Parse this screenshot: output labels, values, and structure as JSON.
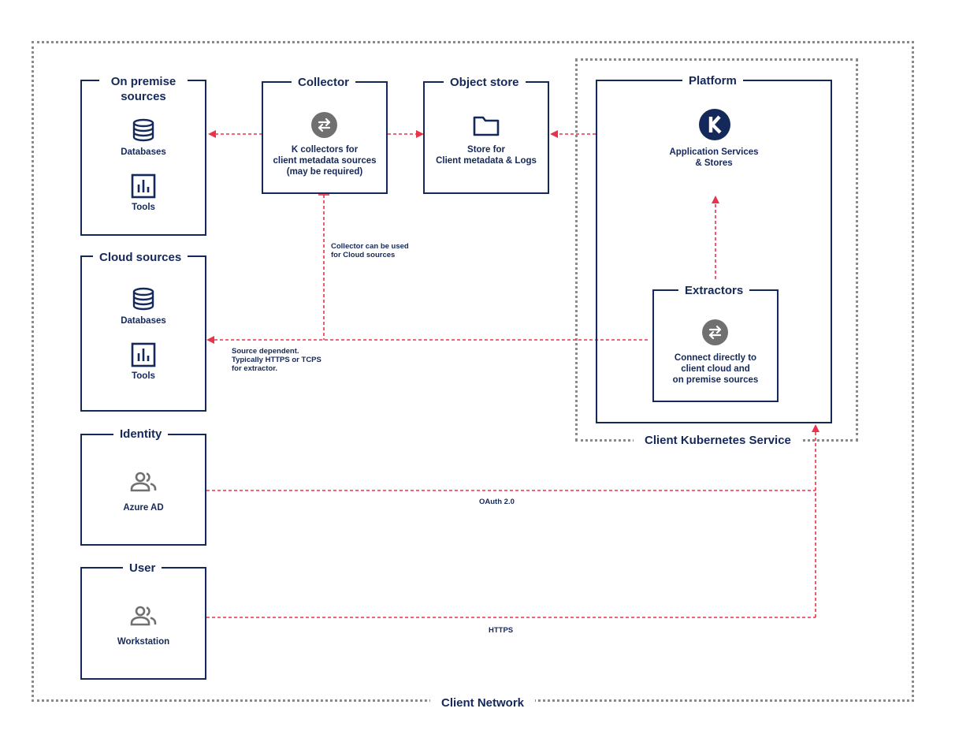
{
  "client_network": {
    "label": "Client Network"
  },
  "kubernetes": {
    "label": "Client Kubernetes Service"
  },
  "on_premise": {
    "title": "On premise sources",
    "items": [
      {
        "label": "Databases",
        "icon": "database-icon"
      },
      {
        "label": "Tools",
        "icon": "bar-chart-icon"
      }
    ]
  },
  "cloud": {
    "title": "Cloud sources",
    "items": [
      {
        "label": "Databases",
        "icon": "database-icon"
      },
      {
        "label": "Tools",
        "icon": "bar-chart-icon"
      }
    ]
  },
  "identity": {
    "title": "Identity",
    "item": {
      "label": "Azure AD",
      "icon": "users-icon"
    }
  },
  "user": {
    "title": "User",
    "item": {
      "label": "Workstation",
      "icon": "users-icon"
    }
  },
  "collector": {
    "title": "Collector",
    "desc": "K collectors for\nclient metadata sources\n(may be required)",
    "icon": "swap-icon"
  },
  "object_store": {
    "title": "Object store",
    "desc": "Store for\nClient metadata & Logs",
    "icon": "folder-icon"
  },
  "platform": {
    "title": "Platform",
    "desc": "Application Services\n& Stores",
    "icon": "k-logo-icon"
  },
  "extractors": {
    "title": "Extractors",
    "desc": "Connect directly to\nclient cloud and\non premise sources",
    "icon": "swap-icon"
  },
  "notes": {
    "collector_cloud": "Collector can be used\nfor Cloud sources",
    "source_dependent": "Source dependent.\nTypically HTTPS or TCPS\nfor extractor.",
    "oauth": "OAuth 2.0",
    "https": "HTTPS"
  },
  "colors": {
    "navy": "#14285a",
    "red": "#e8334a",
    "grey": "#8a8a8a",
    "icon_grey": "#707070"
  }
}
